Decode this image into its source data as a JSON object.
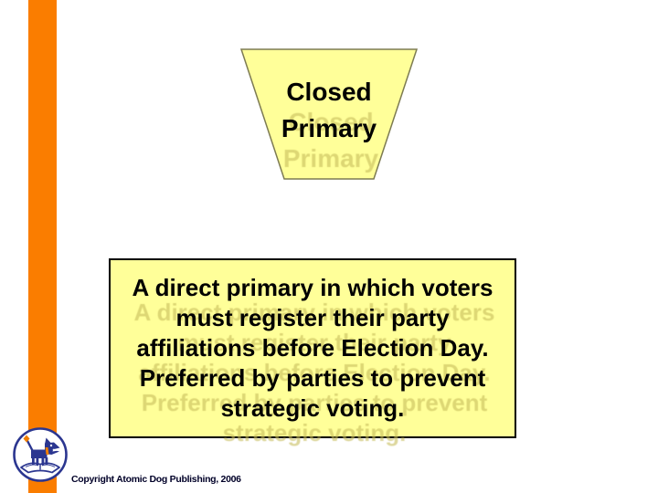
{
  "slide": {
    "background_color": "#ffffff",
    "accent_bar_color": "#fa7d00"
  },
  "title_shape": {
    "type": "inverted-trapezoid",
    "fill_color": "#ffff99",
    "border_color": "#7d7b52",
    "lines": [
      "Closed",
      "Primary"
    ]
  },
  "definition_box": {
    "fill_color": "#ffff99",
    "border_color": "#000000",
    "lines": [
      "A direct primary in which voters",
      "must register their party",
      "affiliations before Election Day.",
      "Preferred by parties to prevent",
      "strategic voting."
    ]
  },
  "footer": {
    "copyright": "Copyright Atomic Dog Publishing, 2006",
    "logo": "atomic-dog-publisher-logo",
    "logo_colors": {
      "ring": "#2b3690",
      "dog": "#2b3690",
      "accent": "#ef7d00",
      "book": "#ffffff"
    }
  }
}
